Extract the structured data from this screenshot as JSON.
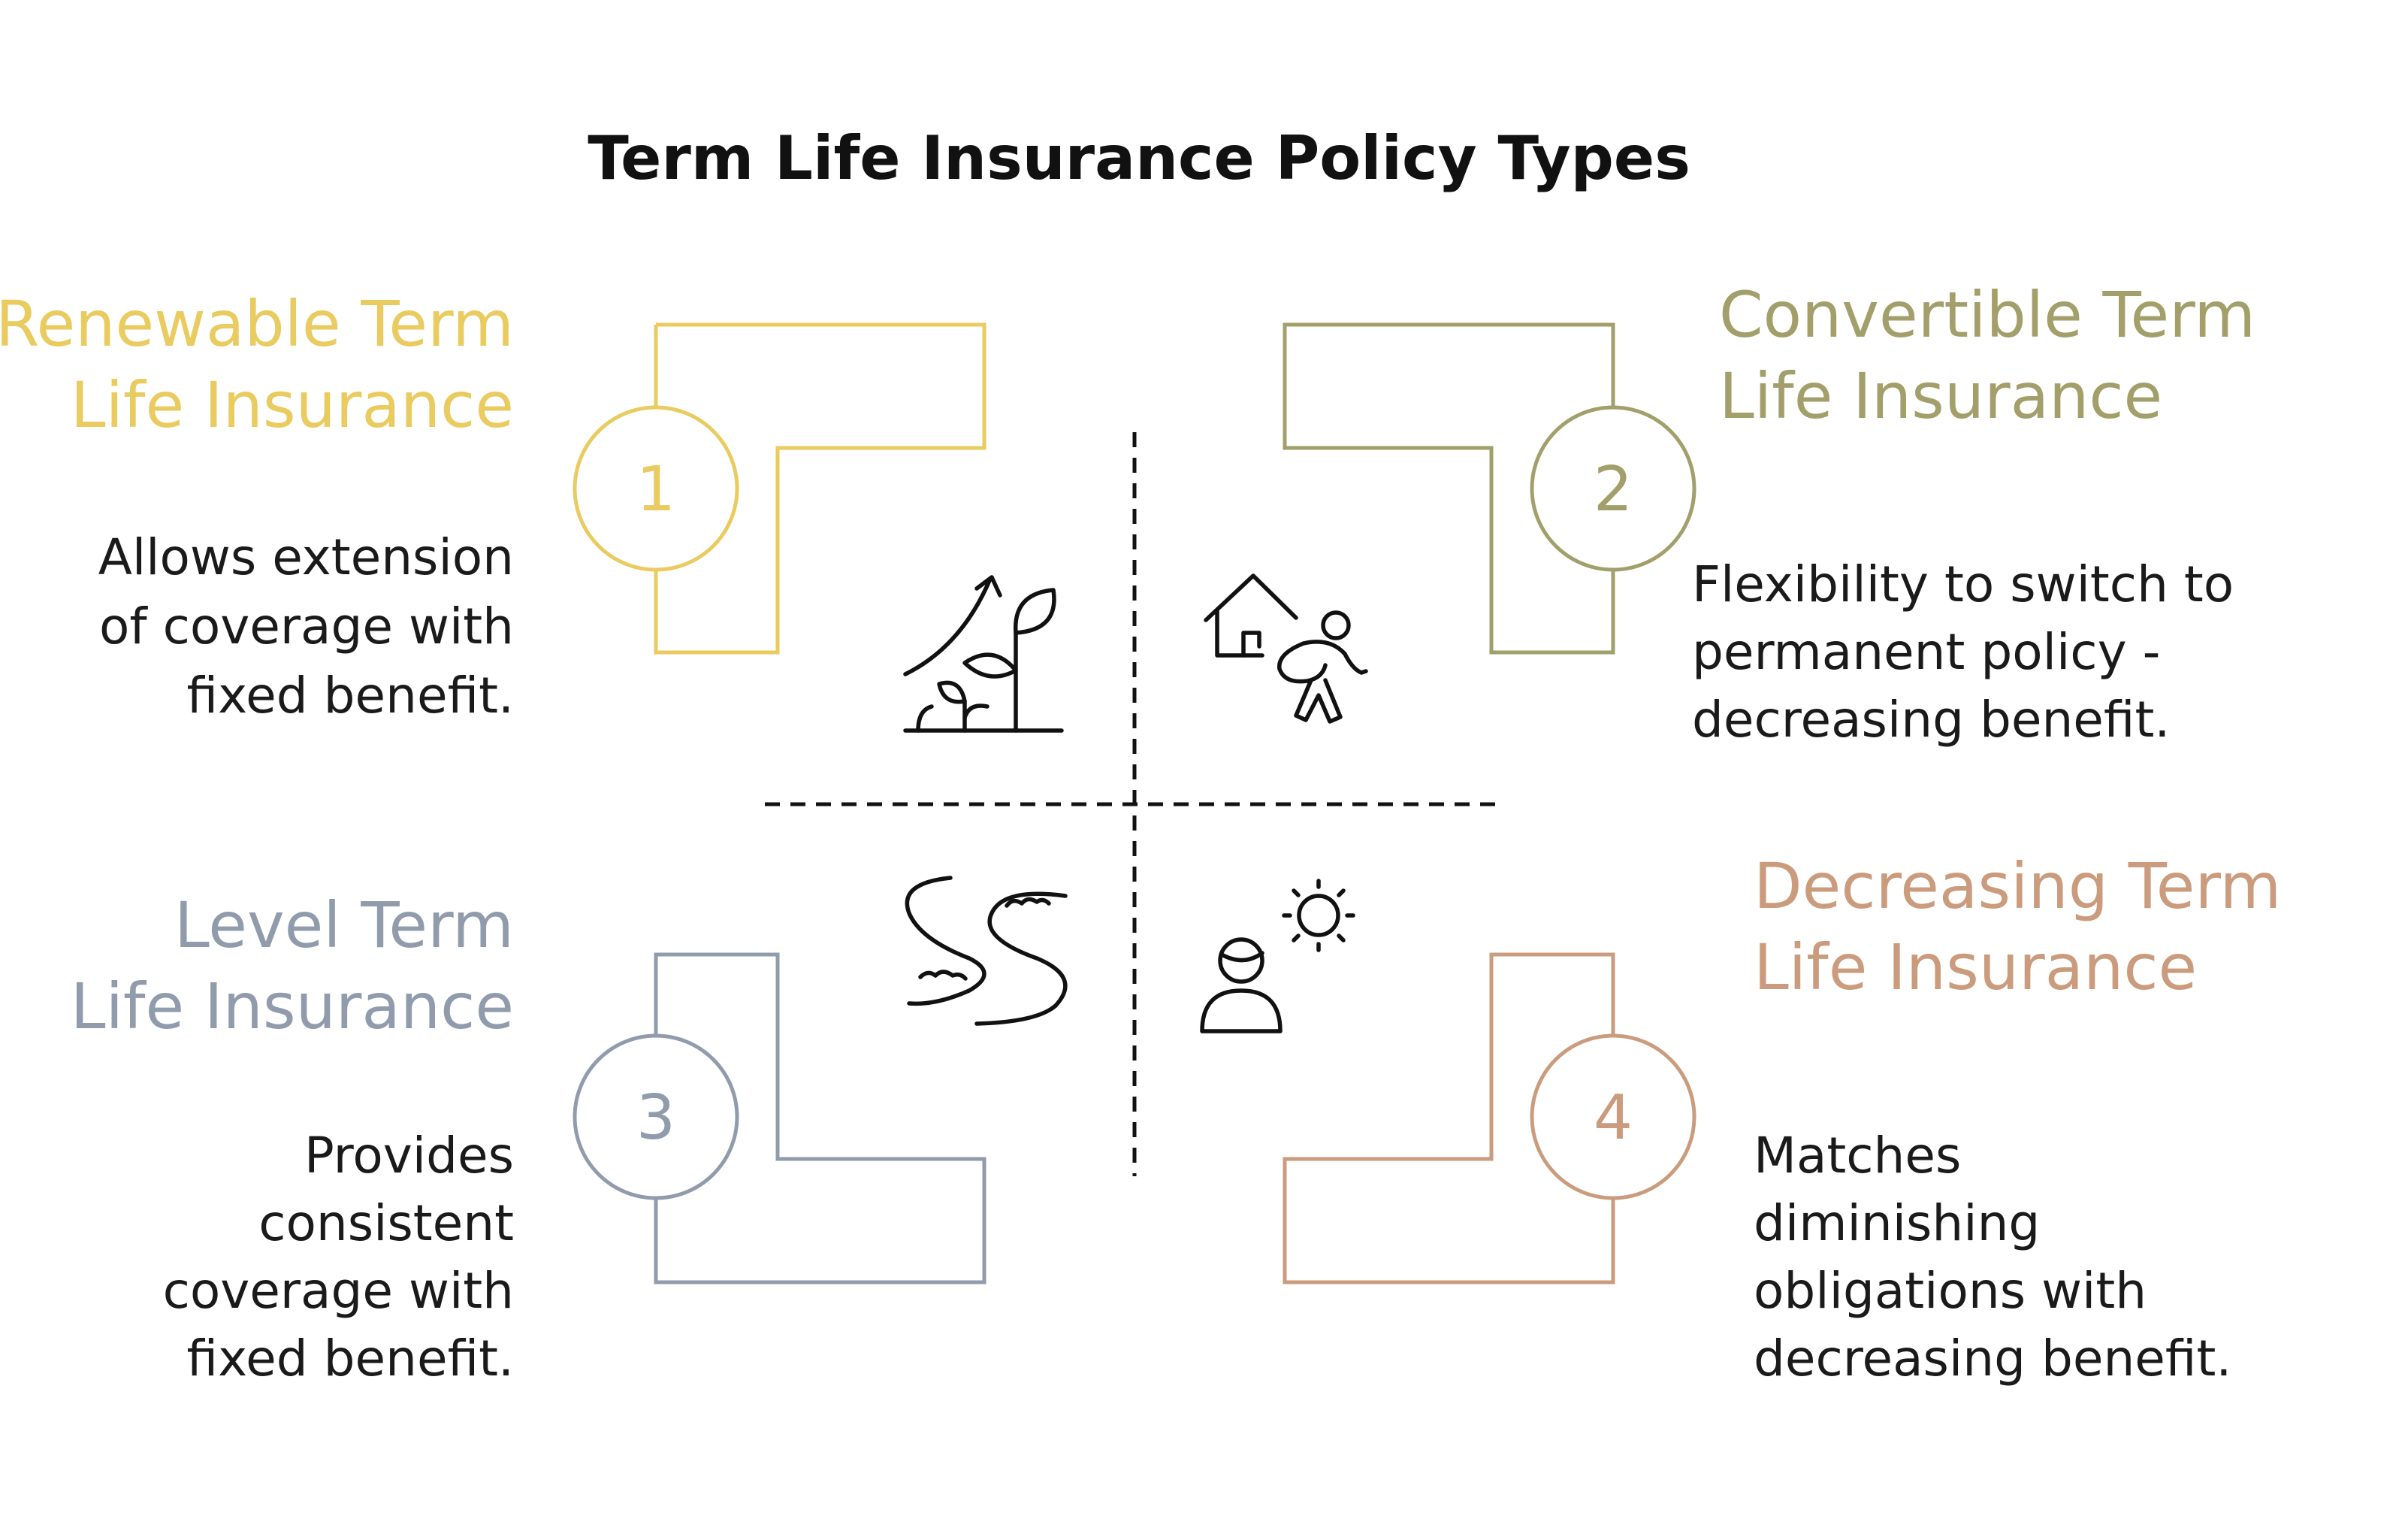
{
  "title": "Term Life Insurance Policy Types",
  "colors": {
    "renewable": "#EACB5F",
    "convertible": "#A29F6B",
    "level": "#909BAC",
    "decreasing": "#CA9C7D",
    "text": "#1a1a1a",
    "divider": "#111111"
  },
  "quadrants": [
    {
      "number": "1",
      "heading_line1": "Renewable Term",
      "heading_line2": "Life Insurance",
      "desc_line1": "Allows extension",
      "desc_line2": "of coverage with",
      "desc_line3": "fixed benefit.",
      "desc_line4": "",
      "icon": "growing-plant-icon"
    },
    {
      "number": "2",
      "heading_line1": "Convertible Term",
      "heading_line2": "Life Insurance",
      "desc_line1": "Flexibility to switch to",
      "desc_line2": "permanent policy -",
      "desc_line3": "decreasing benefit.",
      "desc_line4": "",
      "icon": "house-and-person-icon"
    },
    {
      "number": "3",
      "heading_line1": "Level Term",
      "heading_line2": "Life Insurance",
      "desc_line1": "Provides",
      "desc_line2": "consistent",
      "desc_line3": "coverage with",
      "desc_line4": "fixed benefit.",
      "icon": "winding-road-icon"
    },
    {
      "number": "4",
      "heading_line1": "Decreasing Term",
      "heading_line2": "Life Insurance",
      "desc_line1": "Matches",
      "desc_line2": "diminishing",
      "desc_line3": "obligations with",
      "desc_line4": "decreasing benefit.",
      "icon": "person-and-sun-icon"
    }
  ]
}
